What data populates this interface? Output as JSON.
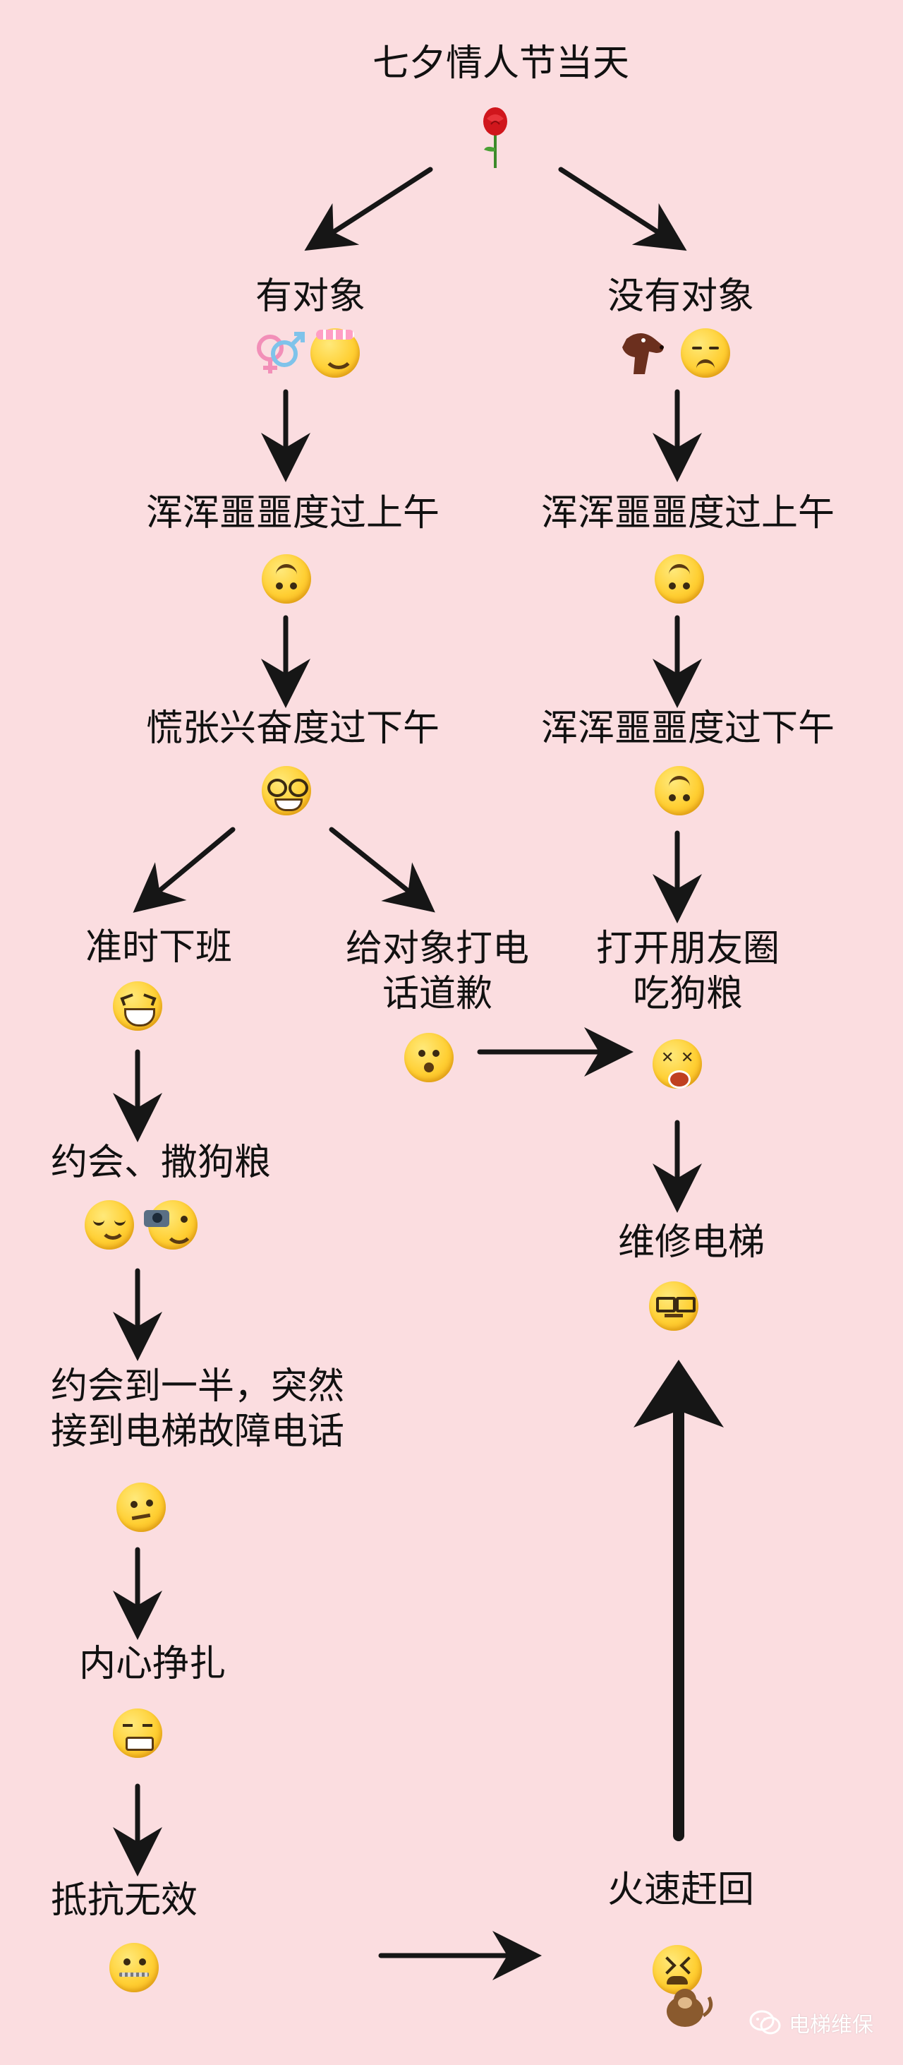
{
  "title": "七夕情人节当天",
  "branches": {
    "has_partner": "有对象",
    "no_partner": "没有对象"
  },
  "left": {
    "morning": "浑浑噩噩度过上午",
    "afternoon": "慌张兴奋度过下午",
    "off_work": "准时下班",
    "apologize_line1": "给对象打电",
    "apologize_line2": "话道歉",
    "date": "约会、撒狗粮",
    "interrupt_line1": "约会到一半，突然",
    "interrupt_line2": "接到电梯故障电话",
    "struggle": "内心挣扎",
    "resist": "抵抗无效"
  },
  "right": {
    "morning": "浑浑噩噩度过上午",
    "afternoon": "浑浑噩噩度过下午",
    "moments_line1": "打开朋友圈",
    "moments_line2": "吃狗粮",
    "repair": "维修电梯",
    "rush_back": "火速赶回"
  },
  "watermark": "电梯维保",
  "colors": {
    "background": "#fbdde0",
    "arrow": "#161616",
    "text": "#111111"
  }
}
